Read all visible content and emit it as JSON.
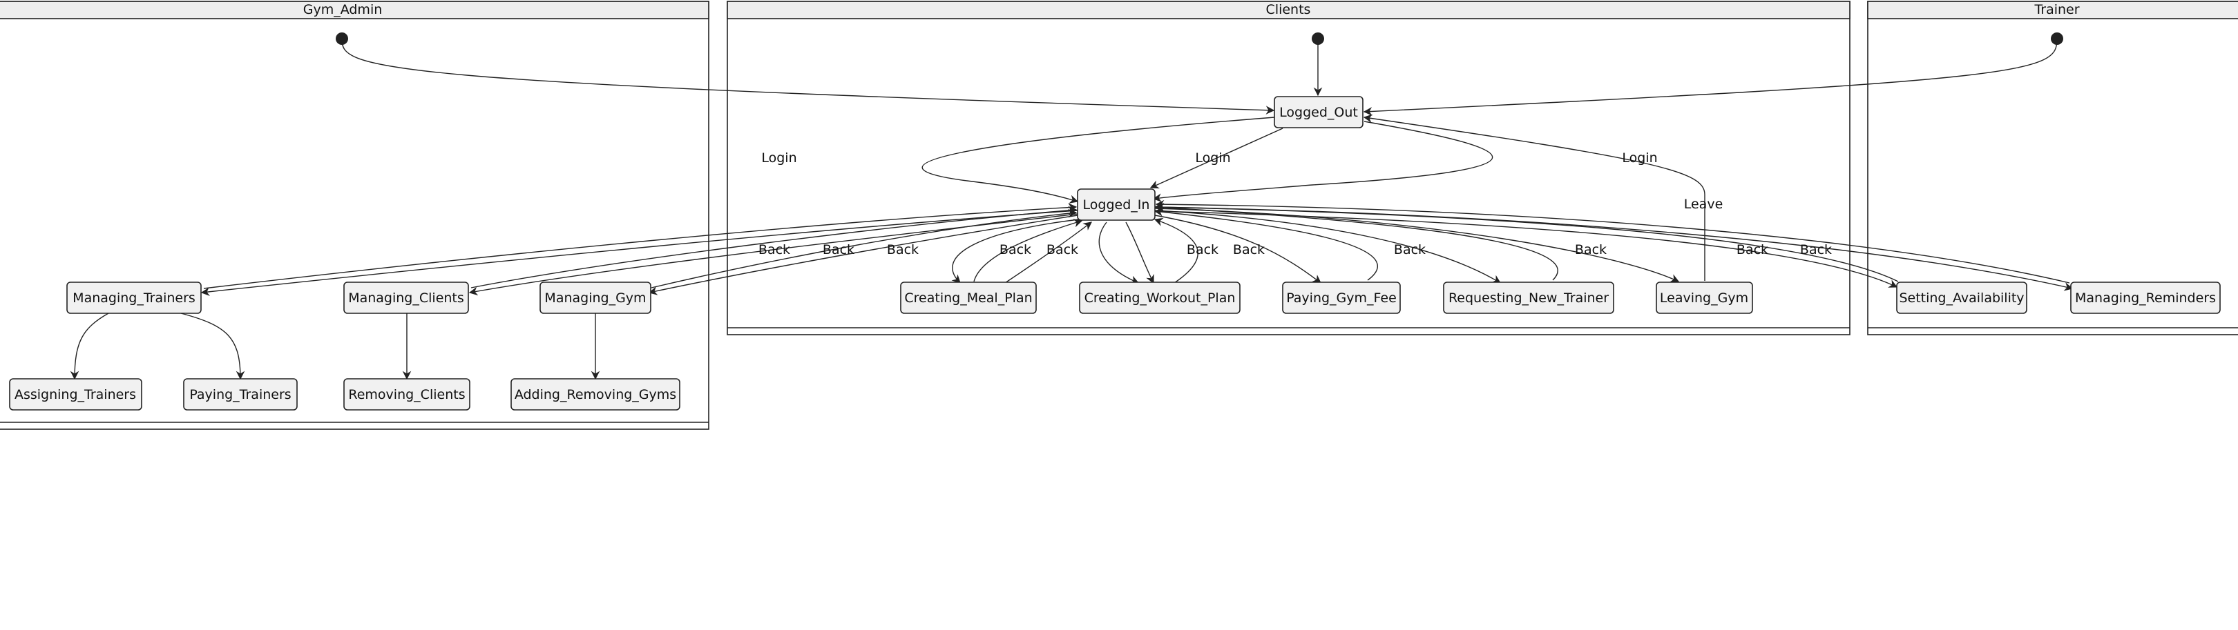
{
  "frames": {
    "gym_admin": "Gym_Admin",
    "clients": "Clients",
    "trainer": "Trainer"
  },
  "states": {
    "logged_out": "Logged_Out",
    "logged_in": "Logged_In",
    "managing_trainers": "Managing_Trainers",
    "managing_clients": "Managing_Clients",
    "managing_gym": "Managing_Gym",
    "assigning_trainers": "Assigning_Trainers",
    "paying_trainers": "Paying_Trainers",
    "removing_clients": "Removing_Clients",
    "adding_removing_gyms": "Adding_Removing_Gyms",
    "creating_meal_plan": "Creating_Meal_Plan",
    "creating_workout_plan": "Creating_Workout_Plan",
    "paying_gym_fee": "Paying_Gym_Fee",
    "requesting_new_trainer": "Requesting_New_Trainer",
    "leaving_gym": "Leaving_Gym",
    "setting_availability": "Setting_Availability",
    "managing_reminders": "Managing_Reminders"
  },
  "edge_labels": {
    "login": "Login",
    "back": "Back",
    "leave": "Leave"
  }
}
